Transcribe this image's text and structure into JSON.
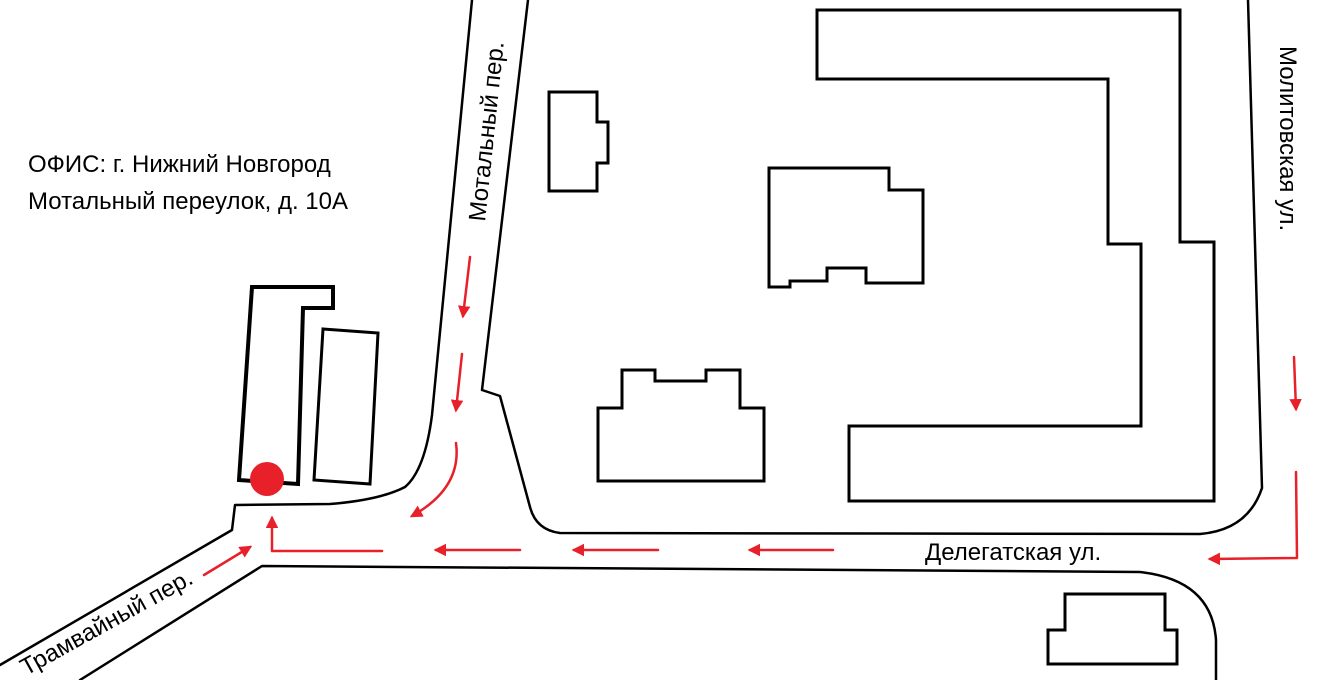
{
  "office": {
    "line1": "ОФИС: г. Нижний Новгород",
    "line2": "Мотальный переулок, д. 10А"
  },
  "streets": {
    "motalny": "Мотальный пер.",
    "molitovskaya": "Молитовская ул.",
    "delegatskaya": "Делегатская ул.",
    "tramvayny": "Трамвайный пер."
  },
  "colors": {
    "route": "#e8202a",
    "marker": "#e8202a",
    "outline": "#000000"
  }
}
